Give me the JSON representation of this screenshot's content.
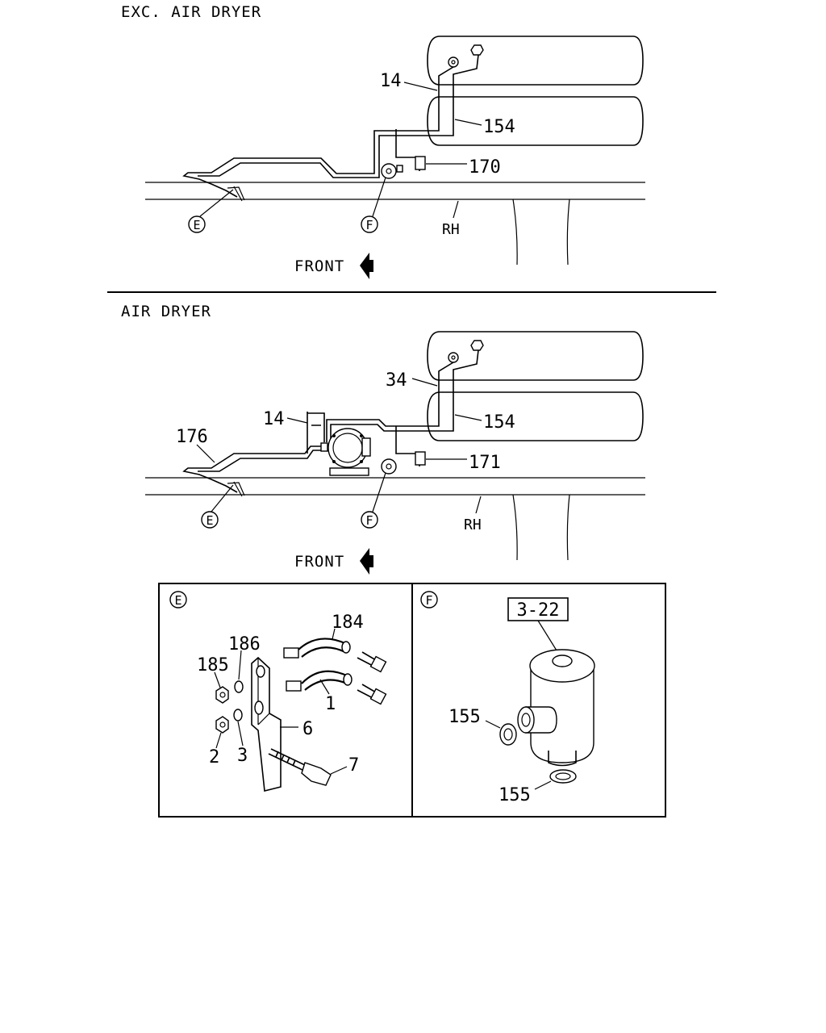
{
  "sections": {
    "top_title": "EXC. AIR DRYER",
    "bottom_title": "AIR DRYER"
  },
  "top": {
    "part_14": "14",
    "part_154": "154",
    "part_170": "170",
    "ref_e": "E",
    "ref_f": "F",
    "rh": "RH",
    "front": "FRONT"
  },
  "bottom": {
    "part_34": "34",
    "part_154": "154",
    "part_14": "14",
    "part_176": "176",
    "part_171": "171",
    "ref_e": "E",
    "ref_f": "F",
    "rh": "RH",
    "front": "FRONT"
  },
  "detail_e": {
    "label": "E",
    "parts": {
      "p184": "184",
      "p186": "186",
      "p185": "185",
      "p1": "1",
      "p6": "6",
      "p2": "2",
      "p3": "3",
      "p7": "7"
    }
  },
  "detail_f": {
    "label": "F",
    "ref_box": "3-22",
    "p155_side": "155",
    "p155_bottom": "155"
  }
}
